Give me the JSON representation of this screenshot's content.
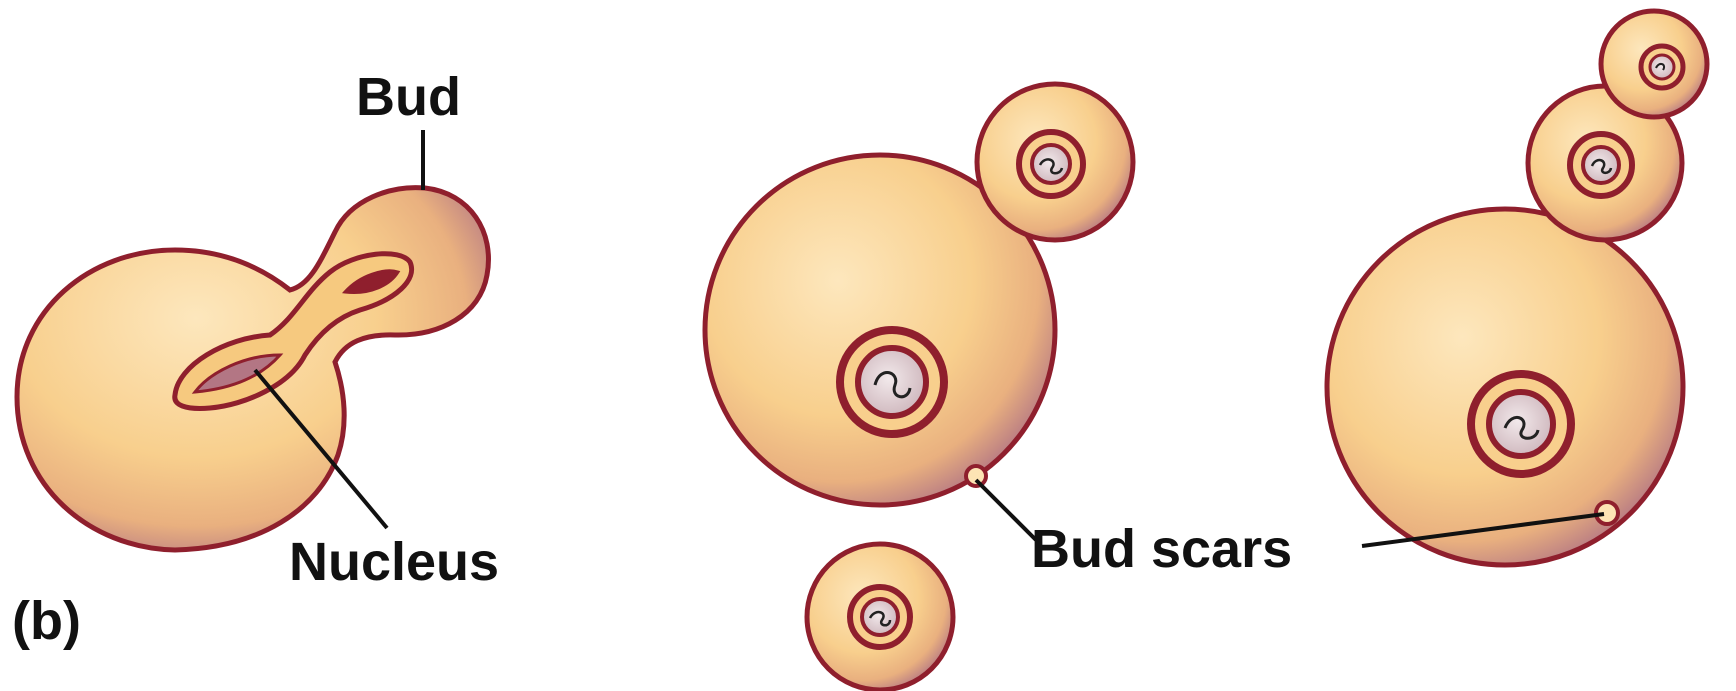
{
  "panel_label": "(b)",
  "labels": {
    "bud": "Bud",
    "nucleus": "Nucleus",
    "bud_scars": "Bud scars"
  },
  "colors": {
    "cytoplasm": "#f8cf8d",
    "cytoplasm_light": "#fde4b4",
    "membrane": "#8f1f2d",
    "shadow": "#b37684",
    "nucleus_ring": "#8f1f2d",
    "nucleoplasm": "#e7d9dc",
    "leader_line": "#111111"
  }
}
